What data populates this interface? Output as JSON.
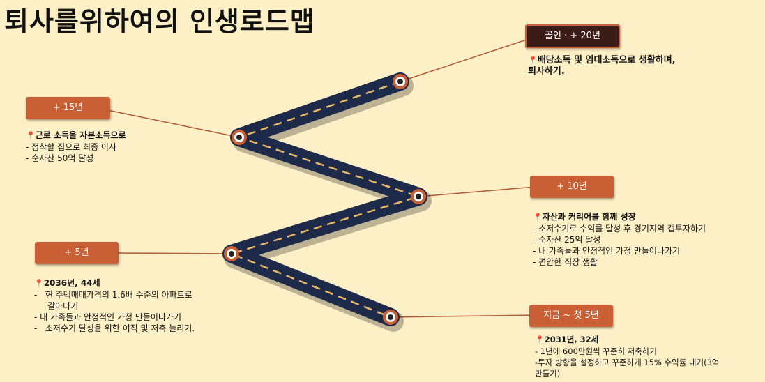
{
  "title": "퇴사를위하여의 인생로드맵",
  "milestones": {
    "goal": {
      "label": "골인 · + 20년",
      "heading": "배당소득 및 임대소득으로 생활하며,",
      "lines": [
        "퇴사하기."
      ]
    },
    "y15": {
      "label": "+ 15년",
      "heading": "근로 소득을 자본소득으로",
      "lines": [
        "-   정착할 집으로 최종 이사",
        "-   순자산 50억 달성"
      ]
    },
    "y10": {
      "label": "+ 10년",
      "heading": "자산과 커리어를 함께 성장",
      "lines": [
        "- 소저수기로 수익를 달성 후 경기지역 갭투자하기",
        "- 순자산 25억 달성",
        "- 내 가족들과 안정적인 가정 만들어나가기",
        "- 편안한 직장 생활"
      ]
    },
    "y5": {
      "label": "+ 5년",
      "heading": "2036년, 44세",
      "lines": [
        "-   현 주택매매가격의 1.6배 수준의 아파트로",
        "     갈아타기",
        "- 내 가족들과 안정적인 가정 만들어나가기",
        "-   소저수기 달성을 위한 이직 및 저축 늘리기."
      ]
    },
    "now": {
      "label": "지금 ~ 첫 5년",
      "heading": "2031년, 32세",
      "lines": [
        "- 1년에 600만원씩 꾸준히 저축하기",
        "-투자 방향을 설정하고 꾸준하게 15% 수익률 내기(3억",
        "만들기)"
      ]
    }
  },
  "colors": {
    "background": "#fdefc6",
    "box": "#c85f35",
    "road": "#1d2a4a",
    "dash": "#e8b866",
    "line": "#b25a35"
  }
}
